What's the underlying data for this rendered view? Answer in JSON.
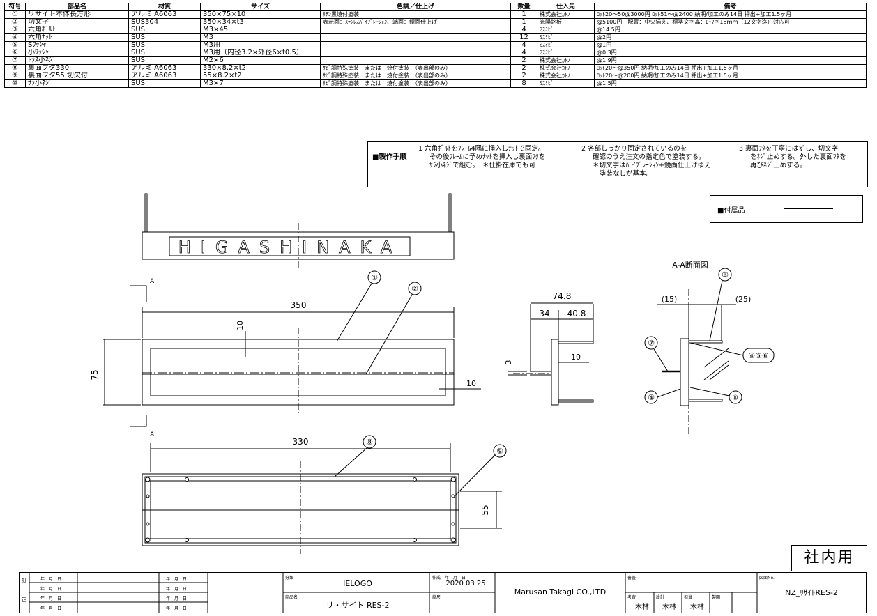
{
  "parts_table": {
    "headers": [
      "符号",
      "部品名",
      "材質",
      "サイズ",
      "色調／仕上げ",
      "数量",
      "仕入先",
      "備考"
    ],
    "rows": [
      {
        "no": "①",
        "name": "リサイト本体長方形",
        "material": "アルミ A6063",
        "size": "350×75×10",
        "finish": "ｻﾃﾝ黒焼付塗装",
        "qty": "1",
        "supplier": "株式会社ｶﾄﾉ",
        "remark": "ﾛｯﾄ20～50@3000円 ﾛｯﾄ51～@2400 納期/加工のみ14日 押出+加工1.5ヶ月"
      },
      {
        "no": "②",
        "name": "切文字",
        "material": "SUS304",
        "size": "350×34×t3",
        "finish": "表示面：ｽﾃﾝﾚｽﾊﾞｲﾌﾞﾚｰｼｮﾝ、端面：鏡面仕上げ",
        "qty": "1",
        "supplier": "光陽銘板",
        "remark": "@5100円　配置：中央揃え、標準文字高：ﾛｰﾏ字18ｍｍ（12文字迄）対応可"
      },
      {
        "no": "③",
        "name": "六角ﾎﾞﾙﾄ",
        "material": "SUS",
        "size": "M3×45",
        "finish": "",
        "qty": "4",
        "supplier": "ﾐｽﾐﾋﾞ",
        "remark": "@14.5円"
      },
      {
        "no": "④",
        "name": "六角ﾅｯﾄ",
        "material": "SUS",
        "size": "M3",
        "finish": "",
        "qty": "12",
        "supplier": "ﾐｽﾐﾋﾞ",
        "remark": "@2円"
      },
      {
        "no": "⑤",
        "name": "Sﾜｯｼｬ",
        "material": "SUS",
        "size": "M3用",
        "finish": "",
        "qty": "4",
        "supplier": "ﾐｽﾐﾋﾞ",
        "remark": "@1円"
      },
      {
        "no": "⑥",
        "name": "小ﾜｯｼｬ",
        "material": "SUS",
        "size": "M3用（内径3.2×外径6×t0.5）",
        "finish": "",
        "qty": "4",
        "supplier": "ﾐｽﾐﾋﾞ",
        "remark": "@0.3円"
      },
      {
        "no": "⑦",
        "name": "ﾄﾗｽ小ﾈｼﾞ",
        "material": "SUS",
        "size": "M2×6",
        "finish": "",
        "qty": "2",
        "supplier": "株式会社ｶﾄﾉ",
        "remark": "@1.9円"
      },
      {
        "no": "⑧",
        "name": "裏面フタ330",
        "material": "アルミ A6063",
        "size": "330×8.2×t2",
        "finish": "ｻﾋﾞ調特殊塗装　または　焼付塗装　（表出部のみ）",
        "qty": "2",
        "supplier": "株式会社ｶﾄﾉ",
        "remark": "ﾛｯﾄ20～@350円 納期/加工のみ14日 押出+加工1.5ヶ月"
      },
      {
        "no": "⑨",
        "name": "裏面フタ55 切欠付",
        "material": "アルミ A6063",
        "size": "55×8.2×t2",
        "finish": "ｻﾋﾞ調特殊塗装　または　焼付塗装　（表出部のみ）",
        "qty": "2",
        "supplier": "株式会社ｶﾄﾉ",
        "remark": "ﾛｯﾄ20～@200円 納期/加工のみ14日 押出+加工1.5ヶ月"
      },
      {
        "no": "⑩",
        "name": "ｻﾗ小ﾈｼﾞ",
        "material": "SUS",
        "size": "M3×7",
        "finish": "ｻﾋﾞ調特殊塗装　または　焼付塗装　（表出部のみ）",
        "qty": "8",
        "supplier": "ﾐｽﾐﾋﾞ",
        "remark": "@1.5円"
      }
    ]
  },
  "procedure": {
    "title": "■製作手順",
    "step1": [
      "1 六角ﾎﾞﾙﾄをﾌﾚｰﾑ4隅に挿入しﾅｯﾄで固定。",
      "その後ﾌﾚｰﾑに予めﾅｯﾄを挿入し裏面ﾌﾀを",
      "ｻﾗ小ﾈｼﾞで組む。　＊仕掛在庫でも可"
    ],
    "step2": [
      "2 各部しっかり固定されているのを",
      "確認のうえ注文の指定色で塗装する。",
      "＊切文字はﾊﾞｲﾌﾞﾚｰｼｮﾝ+鏡面仕上げゆえ",
      "塗装なしが基本。"
    ],
    "step3": [
      "3 裏面ﾌﾀを丁寧にはずし、切文字",
      "をﾈｼﾞ止めする。外した裏面ﾌﾀを",
      "再びﾈｼﾞ止めする。"
    ]
  },
  "accessories": {
    "label": "■付属品"
  },
  "drawing": {
    "sign_text": "HIGASHINAKA",
    "section_label": "A-A断面図",
    "section_marks": [
      "A",
      "A"
    ],
    "dims": {
      "w350": "350",
      "h75": "75",
      "d10a": "10",
      "d10b": "10",
      "w330": "330",
      "h55": "55",
      "d74_8": "74.8",
      "d34": "34",
      "d40_8": "40.8",
      "d3": "3",
      "d10c": "10",
      "p15": "(15)",
      "p25": "(25)"
    },
    "balloons": [
      "①",
      "②",
      "⑧",
      "⑨",
      "③",
      "⑦",
      "④⑤⑥",
      "④",
      "⑩"
    ]
  },
  "stamp": "社内用",
  "title_block": {
    "rev_labels": [
      "訂",
      "正"
    ],
    "date_label": "年　月　日",
    "category_label": "分類",
    "category": "IELOGO",
    "product_label": "商品名",
    "product": "リ・サイト RES-2",
    "created_label": "作成　年　月　日",
    "created": "2020 03 25",
    "scale_label": "縮尺",
    "company": "Marusan Takagi CO.,LTD",
    "approve_label": "審査",
    "check_label": "考査",
    "design_label": "設計",
    "draw_label": "担当",
    "make_label": "製図",
    "check_name": "木林",
    "design_name": "木林",
    "draw_name": "木林",
    "dwg_no_label": "図面No.",
    "dwg_no": "NZ_ﾘｻｲﾄRES-2"
  }
}
